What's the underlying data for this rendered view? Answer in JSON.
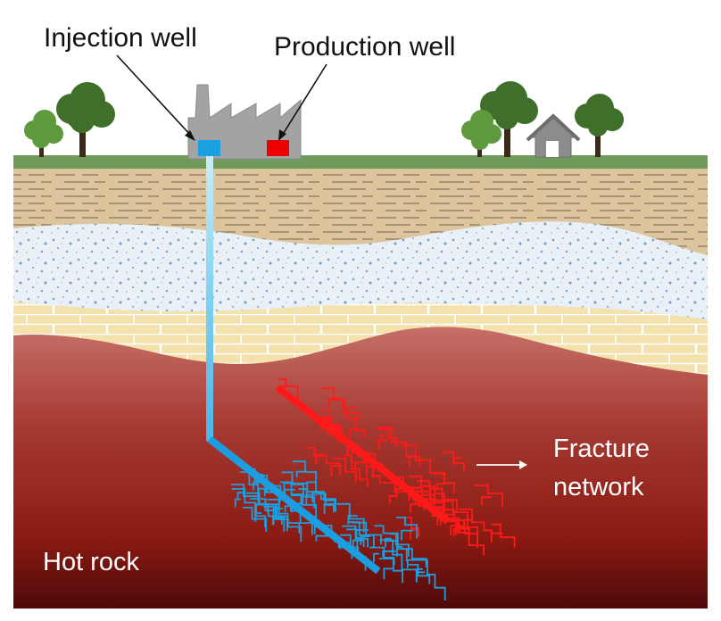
{
  "labels": {
    "injection_well": "Injection well",
    "production_well": "Production well",
    "fracture_line1": "Fracture",
    "fracture_line2": "network",
    "hot_rock": "Hot rock"
  },
  "colors": {
    "injection": "#1aa0e0",
    "production": "#ff1a1a",
    "ground": "#6f9a5c",
    "sandstone": "#dcc59c",
    "porous_layer": "#e8f0f7",
    "limestone": "#f2e0ac",
    "hot_rock_top": "#c16a62",
    "hot_rock_bottom": "#5a0c0c",
    "tree_dark": "#3f6f2a",
    "tree_light": "#5d9a3e",
    "plant": "#a3a3a3",
    "house": "#8c8c8c"
  },
  "icons": [
    "tree-icon",
    "power-plant-icon",
    "house-icon",
    "arrow-icon"
  ]
}
